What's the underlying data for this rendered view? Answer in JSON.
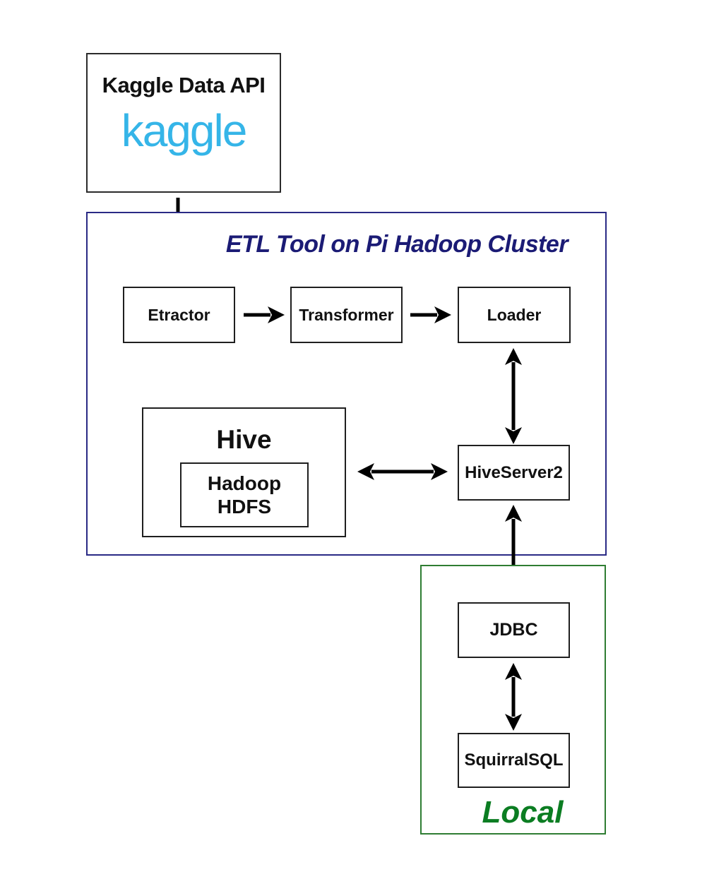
{
  "diagram": {
    "source": {
      "title": "Kaggle Data API",
      "logo": "kaggle"
    },
    "etl": {
      "title": "ETL Tool on Pi Hadoop Cluster",
      "etractor": "Etractor",
      "transformer": "Transformer",
      "loader": "Loader",
      "hive": "Hive",
      "hdfs_line1": "Hadoop",
      "hdfs_line2": "HDFS",
      "hiveserver2": "HiveServer2"
    },
    "local": {
      "jdbc": "JDBC",
      "squirralsql": "SquirralSQL",
      "label": "Local"
    },
    "edges": [
      {
        "from": "kaggle",
        "to": "etractor",
        "type": "one-way"
      },
      {
        "from": "etractor",
        "to": "transformer",
        "type": "one-way"
      },
      {
        "from": "transformer",
        "to": "loader",
        "type": "one-way"
      },
      {
        "from": "loader",
        "to": "hiveserver2",
        "type": "two-way"
      },
      {
        "from": "hive",
        "to": "hiveserver2",
        "type": "two-way"
      },
      {
        "from": "hiveserver2",
        "to": "jdbc",
        "type": "two-way"
      },
      {
        "from": "jdbc",
        "to": "squirralsql",
        "type": "two-way"
      }
    ]
  },
  "colors": {
    "kaggle_blue": "#35b5e8",
    "etl_title": "#1b1b75",
    "etl_border": "#2a2a85",
    "local_green": "#0b7d22",
    "local_border": "#2f7d33",
    "box_border": "#1f1f1f",
    "arrow": "#000000"
  }
}
